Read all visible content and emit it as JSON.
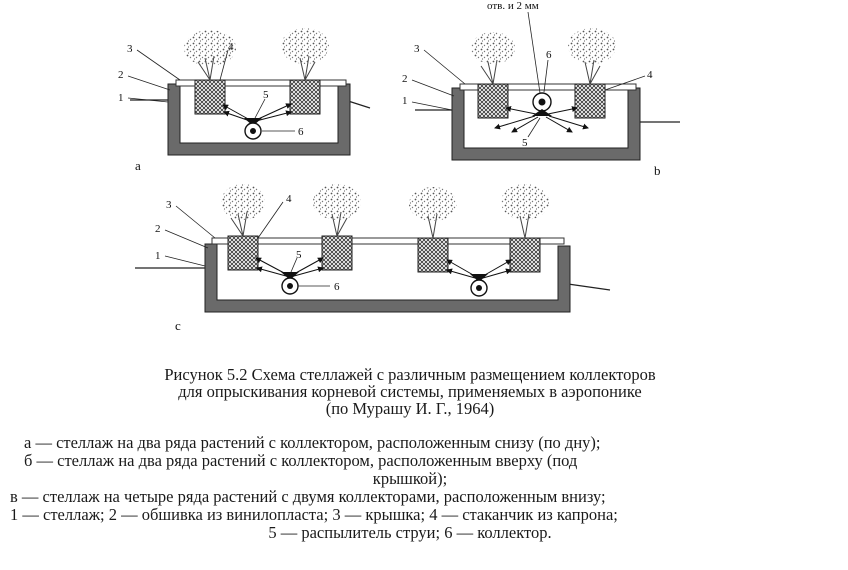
{
  "figure": {
    "panel_a": {
      "label": "а",
      "callouts": [
        "3",
        "2",
        "1",
        "4",
        "5",
        "6"
      ]
    },
    "panel_b": {
      "label": "b",
      "callouts": [
        "3",
        "2",
        "1",
        "4",
        "6",
        "5"
      ],
      "top_note": "отв. и 2 мм"
    },
    "panel_c": {
      "label": "с",
      "callouts": [
        "3",
        "2",
        "1",
        "4",
        "5",
        "6"
      ]
    }
  },
  "caption": {
    "line1": "Рисунок 5.2 Схема стеллажей с различным размещением коллекторов",
    "line2": "для опрыскивания корневой системы, применяемых в аэропонике",
    "line3": "(по Мурашу И. Г., 1964)"
  },
  "legend": {
    "line1": "а — стеллаж на два ряда растений с коллектором, расположенным снизу (по дну);",
    "line2": "б — стеллаж на два ряда растений с коллектором, расположенным вверху (под",
    "line3": "крышкой);",
    "line4": "в — стеллаж на четыре ряда растений с двумя коллекторами, расположенным внизу;",
    "line5": "1 — стеллаж; 2 — обшивка из винилопласта; 3 — крышка; 4 — стаканчик из капрона;",
    "line6": "5 — распылитель струи; 6 — коллектор."
  }
}
